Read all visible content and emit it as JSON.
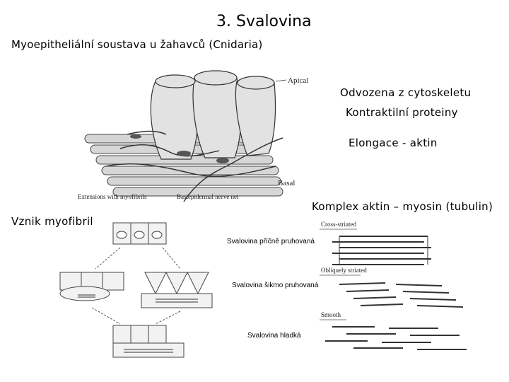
{
  "slide": {
    "title": "3. Svalovina",
    "subtitle": "Myoepitheliální soustava u žahavců (Cnidaria)",
    "notes": {
      "n1": "Odvozena z cytoskeletu",
      "n2": "Kontraktilní proteiny",
      "n3": "Elongace - aktin",
      "n4": "Komplex aktin – myosin (tubulin)",
      "n5": "Vznik myofibril"
    }
  },
  "figure_top": {
    "labels": {
      "apical": "Apical",
      "basal": "Basal",
      "extensions": "Extensions with myofibrils",
      "nerve_net": "Basiepidermal nerve net"
    }
  },
  "figure_right": {
    "labels": {
      "cross": "Cross-striated",
      "oblique": "Obliquely striated",
      "smooth": "Smooth"
    },
    "captions": {
      "c1": "Svalovina příčně pruhovaná",
      "c2": "Svalovina šikmo pruhovaná",
      "c3": "Svalovina hladká"
    }
  }
}
